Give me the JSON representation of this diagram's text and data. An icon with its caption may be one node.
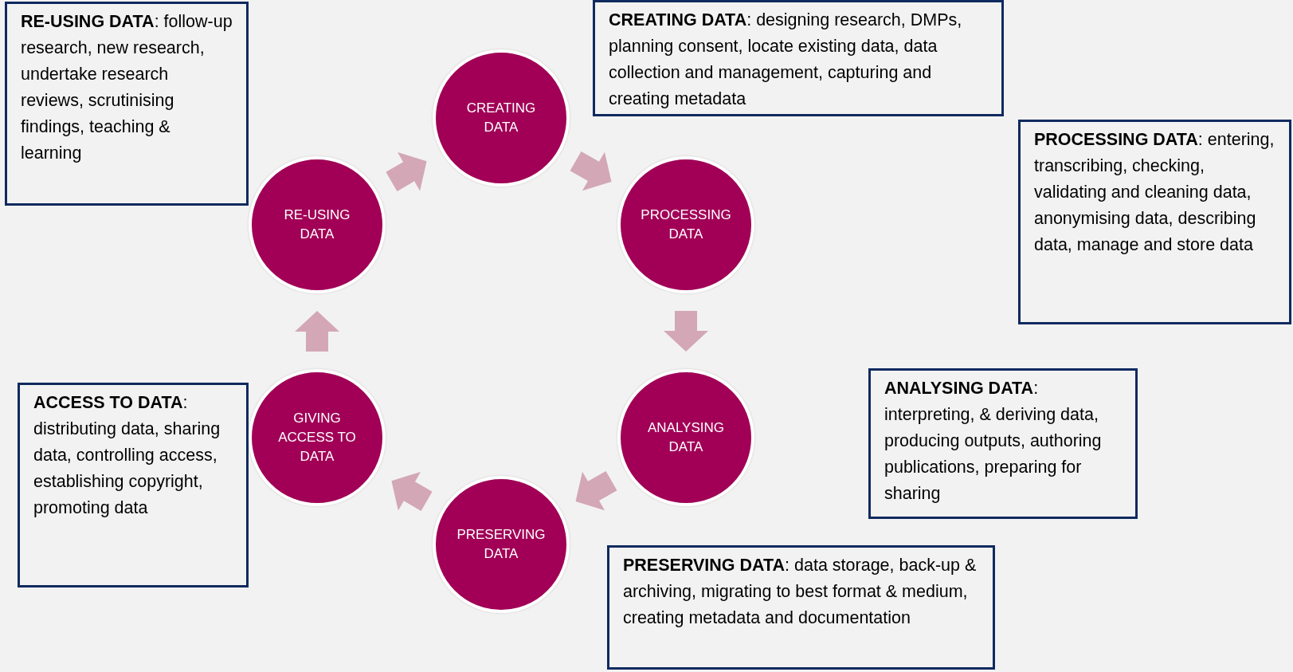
{
  "diagram": {
    "nodes": [
      {
        "text": [
          "CREATING DATA"
        ]
      },
      {
        "text": [
          "PROCESSING DATA"
        ]
      },
      {
        "text": [
          "ANALYSING DATA"
        ]
      },
      {
        "text": [
          "PRESERVING DATA"
        ]
      },
      {
        "text": [
          "GIVING ACCESS TO DATA"
        ]
      },
      {
        "text": [
          "RE-USING DATA"
        ]
      },
      {
        "text": [
          "**RE-USING DATA**: follow-up research, new research, undertake research reviews, scrutinising findings, teaching & learning"
        ]
      },
      {
        "text": [
          "**CREATING DATA**: designing research, DMPs, planning consent, locate existing data, data collection and management, capturing and creating metadata"
        ]
      },
      {
        "text": [
          "**PROCESSING DATA**: entering, transcribing, checking, validating and cleaning data, anonymising data, describing data, manage and store data"
        ]
      },
      {
        "text": [
          "**ANALYSING DATA**: interpreting, & deriving data, producing outputs, authoring publications, preparing for sharing"
        ]
      },
      {
        "text": [
          "**ACCESS TO DATA**: distributing data, sharing data, controlling access, establishing copyright, promoting data"
        ]
      },
      {
        "text": [
          "**PRESERVING DATA**: data storage, back-up & archiving, migrating to best format & medium, creating metadata and documentation"
        ]
      }
    ],
    "edges": [
      {
        "from": 0,
        "to": 1,
        "arrow": "to",
        "style": "thick"
      },
      {
        "from": 1,
        "to": 2,
        "arrow": "to",
        "style": "thick"
      },
      {
        "from": 2,
        "to": 3,
        "arrow": "to",
        "style": "thick"
      },
      {
        "from": 3,
        "to": 4,
        "arrow": "to",
        "style": "thick"
      },
      {
        "from": 4,
        "to": 5,
        "arrow": "to",
        "style": "thick"
      },
      {
        "from": 5,
        "to": 0,
        "arrow": "to",
        "style": "thick"
      }
    ]
  }
}
